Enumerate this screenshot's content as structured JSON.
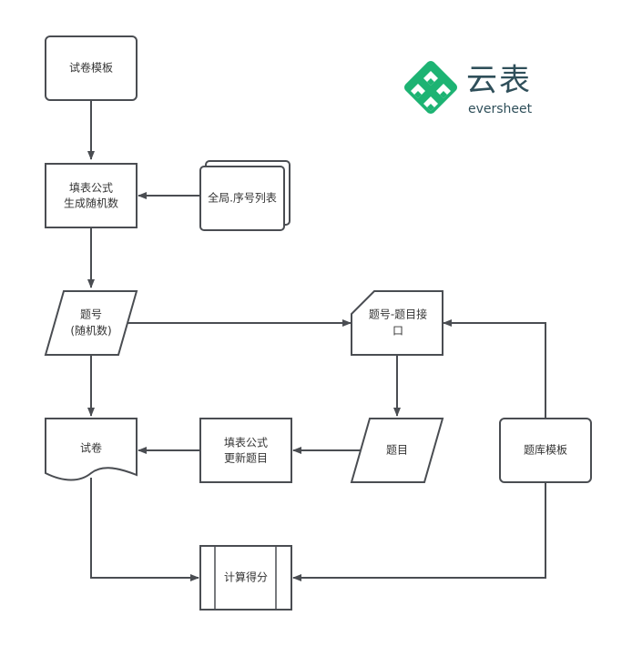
{
  "logo": {
    "cn_text": "云表",
    "en_text": "eversheet",
    "brand_color": "#1db373",
    "text_color": "#2f4f5a"
  },
  "nodes": {
    "exam_template": {
      "label": "试卷模板",
      "shape": "rounded-rectangle"
    },
    "fill_formula_random": {
      "line1": "填表公式",
      "line2": "生成随机数",
      "shape": "rectangle"
    },
    "global_seq_list": {
      "label": "全局.序号列表",
      "shape": "multi-document"
    },
    "question_no": {
      "line1": "题号",
      "line2": "(随机数)",
      "shape": "parallelogram"
    },
    "question_api": {
      "line1": "题号-题目接",
      "line2": "口",
      "shape": "card"
    },
    "exam_paper": {
      "label": "试卷",
      "shape": "document"
    },
    "fill_formula_update": {
      "line1": "填表公式",
      "line2": "更新题目",
      "shape": "rectangle"
    },
    "question": {
      "label": "题目",
      "shape": "parallelogram"
    },
    "question_bank_template": {
      "label": "题库模板",
      "shape": "rounded-rectangle"
    },
    "calc_score": {
      "label": "计算得分",
      "shape": "predefined-process"
    }
  },
  "edges": [
    {
      "from": "exam_template",
      "to": "fill_formula_random"
    },
    {
      "from": "global_seq_list",
      "to": "fill_formula_random"
    },
    {
      "from": "fill_formula_random",
      "to": "question_no"
    },
    {
      "from": "question_no",
      "to": "question_api"
    },
    {
      "from": "question_no",
      "to": "exam_paper"
    },
    {
      "from": "question_bank_template",
      "to": "question_api"
    },
    {
      "from": "question_api",
      "to": "question"
    },
    {
      "from": "question",
      "to": "fill_formula_update"
    },
    {
      "from": "fill_formula_update",
      "to": "exam_paper"
    },
    {
      "from": "exam_paper",
      "to": "calc_score"
    },
    {
      "from": "question_bank_template",
      "to": "calc_score"
    }
  ]
}
